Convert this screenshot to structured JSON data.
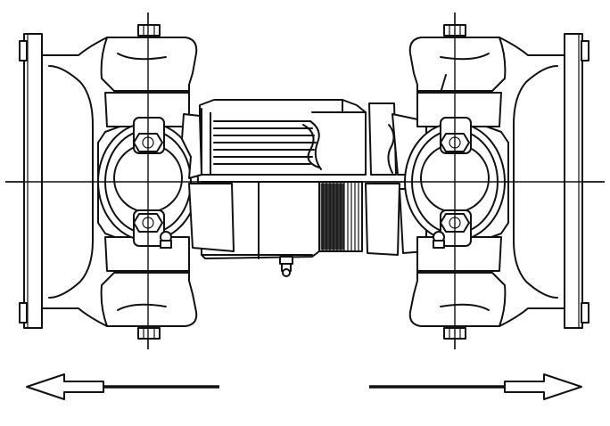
{
  "diagram": {
    "parts": [
      {
        "name": "flange-yoke",
        "side": "left"
      },
      {
        "name": "flange-yoke",
        "side": "right"
      },
      {
        "name": "bearing-cap",
        "side": "left"
      },
      {
        "name": "bearing-cap",
        "side": "right"
      },
      {
        "name": "spline-shaft",
        "side": "center"
      },
      {
        "name": "spline-sleeve",
        "side": "center"
      },
      {
        "name": "grease-nipple",
        "side": "center"
      }
    ],
    "arrows": [
      "left",
      "right"
    ],
    "colors": {
      "line": "#111111",
      "background": "#ffffff"
    }
  }
}
